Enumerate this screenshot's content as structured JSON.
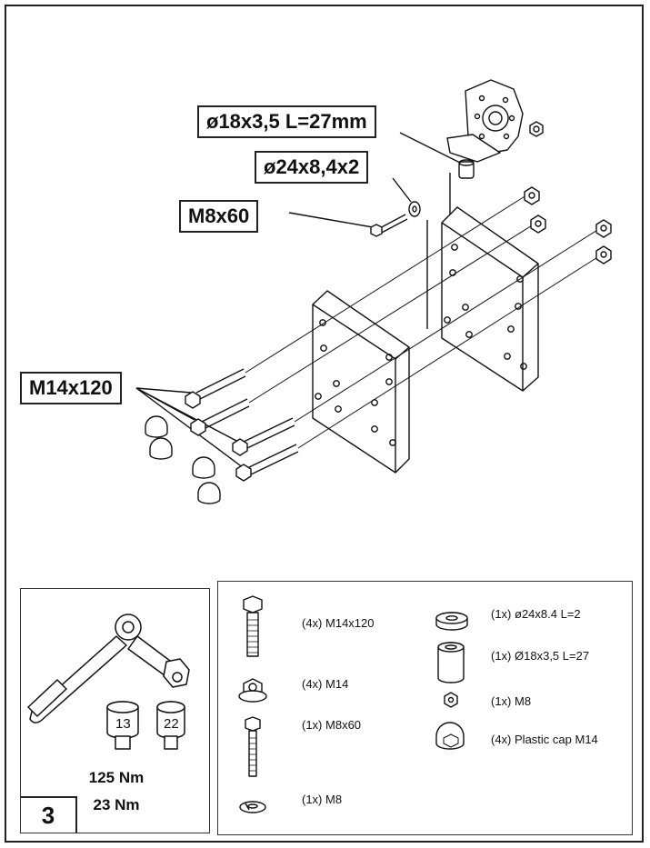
{
  "callouts": {
    "spacer": "ø18x3,5 L=27mm",
    "washer": "ø24x8,4x2",
    "bolt_small": "M8x60",
    "bolt_large": "M14x120"
  },
  "tools": {
    "socket_a": "13",
    "socket_b": "22",
    "torque_a": "125 Nm",
    "torque_b": "23 Nm",
    "step_number": "3"
  },
  "parts": [
    {
      "qty": "(4x)",
      "name": "M14x120"
    },
    {
      "qty": "(4x)",
      "name": "M14"
    },
    {
      "qty": "(1x)",
      "name": "M8x60"
    },
    {
      "qty": "(1x)",
      "name": "M8"
    },
    {
      "qty": "(1x)",
      "name": "ø24x8.4 L=2"
    },
    {
      "qty": "(1x)",
      "name": "Ø18x3,5 L=27"
    },
    {
      "qty": "(1x)",
      "name": "M8"
    },
    {
      "qty": "(4x)",
      "name": "Plastic cap M14"
    }
  ],
  "icons": [
    "ratchet-wrench-icon",
    "socket-13-icon",
    "socket-22-icon",
    "hex-bolt-icon",
    "flange-nut-icon",
    "washer-icon",
    "spacer-icon",
    "small-nut-icon",
    "plastic-cap-icon",
    "lock-washer-icon"
  ]
}
